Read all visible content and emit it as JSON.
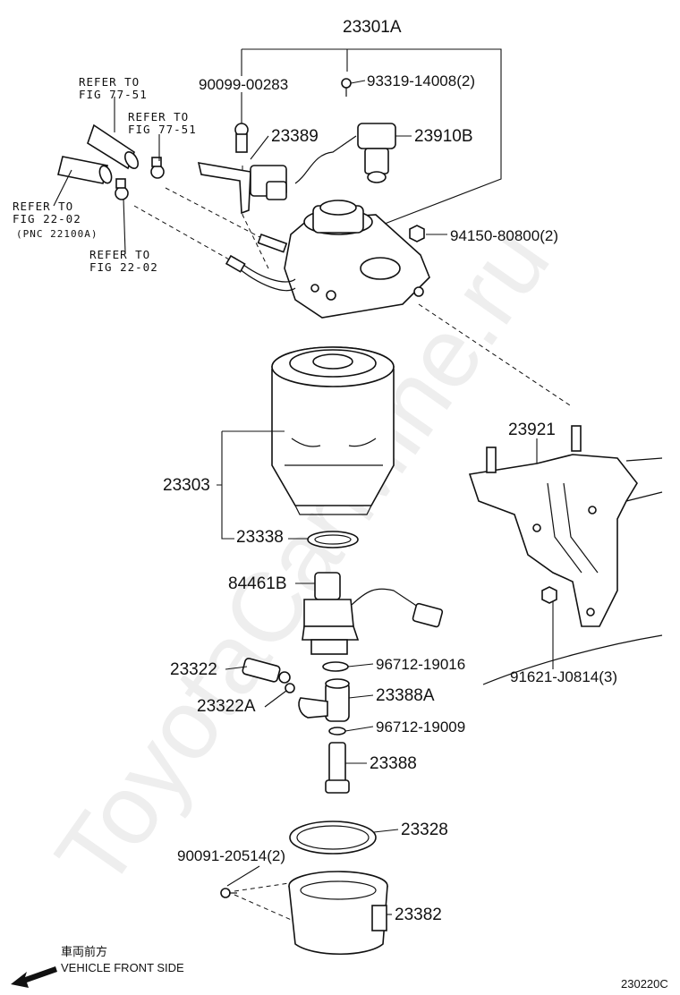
{
  "watermark": "ToyotaCarMine.ru",
  "diagram_code": "230220C",
  "orientation": {
    "label_jp": "車両前方",
    "label_en": "VEHICLE FRONT SIDE",
    "icon": "arrow-down-left-icon"
  },
  "references": [
    {
      "line1": "REFER TO",
      "line2": "FIG 77-51"
    },
    {
      "line1": "REFER TO",
      "line2": "FIG 77-51"
    },
    {
      "line1": "REFER TO",
      "line2": "FIG 22-02",
      "line3": "(PNC 22100A)"
    },
    {
      "line1": "REFER TO",
      "line2": "FIG 22-02"
    }
  ],
  "parts": {
    "p23301A": "23301A",
    "p90099": "90099-00283",
    "p93319": "93319-14008(2)",
    "p23389": "23389",
    "p23910B": "23910B",
    "p94150": "94150-80800(2)",
    "p23921": "23921",
    "p23303": "23303",
    "p23338": "23338",
    "p84461B": "84461B",
    "p96712a": "96712-19016",
    "p23322": "23322",
    "p23322A": "23322A",
    "p23388A": "23388A",
    "p96712b": "96712-19009",
    "p23388": "23388",
    "p91621": "91621-J0814(3)",
    "p23328": "23328",
    "p90091": "90091-20514(2)",
    "p23382": "23382"
  }
}
